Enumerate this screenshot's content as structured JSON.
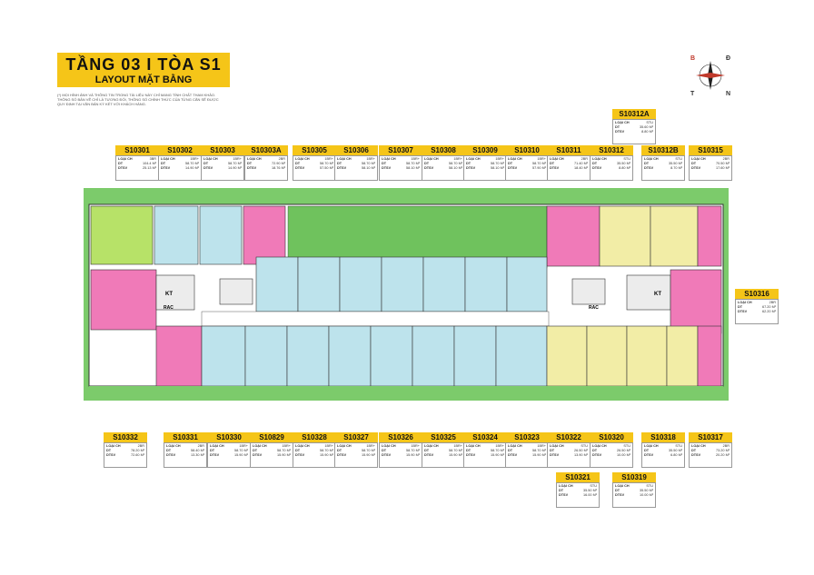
{
  "header": {
    "title": "TẦNG 03 I TÒA S1",
    "subtitle": "LAYOUT MẶT BẰNG",
    "note": "(*) MỌI HÌNH ẢNH VÀ THÔNG TIN TRONG TÀI LIỆU NÀY CHỈ MANG TÍNH CHẤT THAM KHẢO. THÔNG SỐ BẢN VẼ CHỈ LÀ TƯƠNG ĐỐI, THÔNG SỐ CHÍNH THỨC CỦA TỪNG CĂN SẼ ĐƯỢC QUY ĐỊNH TẠI VĂN BẢN KÝ KẾT VỚI KHÁCH HÀNG."
  },
  "compass": {
    "n": "B",
    "e": "Đ",
    "s": "N",
    "w": "T"
  },
  "colors": {
    "accent": "#F5C518",
    "park": "#7CCB6B",
    "unit_2br": "#F07AB8",
    "unit_1br": "#BDE3EC",
    "unit_studio": "#F2EDA6",
    "corridor": "#FFFFFF"
  },
  "top_units": [
    {
      "code": "S10301",
      "type": "3BR",
      "dt": "104.4 M²",
      "dtsv": "25.13 M²"
    },
    {
      "code": "S10302",
      "type": "1BR+",
      "dt": "58.70 M²",
      "dtsv": "14.90 M²"
    },
    {
      "code": "S10303",
      "type": "1BR+",
      "dt": "58.70 M²",
      "dtsv": "14.90 M²"
    },
    {
      "code": "S10303A",
      "type": "2BR",
      "dt": "72.90 M²",
      "dtsv": "18.76 M²"
    },
    {
      "code": "S10305",
      "type": "1BR+",
      "dt": "58.70 M²",
      "dtsv": "57.50 M²"
    },
    {
      "code": "S10306",
      "type": "1BR+",
      "dt": "58.70 M²",
      "dtsv": "58.10 M²"
    },
    {
      "code": "S10307",
      "type": "1BR+",
      "dt": "58.70 M²",
      "dtsv": "58.10 M²"
    },
    {
      "code": "S10308",
      "type": "1BR+",
      "dt": "58.70 M²",
      "dtsv": "58.10 M²"
    },
    {
      "code": "S10309",
      "type": "1BR+",
      "dt": "58.70 M²",
      "dtsv": "58.10 M²"
    },
    {
      "code": "S10310",
      "type": "1BR+",
      "dt": "58.70 M²",
      "dtsv": "57.90 M²"
    },
    {
      "code": "S10311",
      "type": "2BR",
      "dt": "71.40 M²",
      "dtsv": "18.40 M²"
    },
    {
      "code": "S10312",
      "type": "STU",
      "dt": "35.50 M²",
      "dtsv": "8.80 M²"
    },
    {
      "code": "S10312B",
      "type": "STU",
      "dt": "35.50 M²",
      "dtsv": "8.70 M²"
    },
    {
      "code": "S10315",
      "type": "2BR",
      "dt": "70.50 M²",
      "dtsv": "17.60 M²"
    }
  ],
  "unit_12a": {
    "code": "S10312A",
    "type": "STU",
    "dt": "35.60 M²",
    "dtsv": "8.80 M²"
  },
  "unit_16": {
    "code": "S10316",
    "type": "2BR",
    "dt": "67.20 M²",
    "dtsv": "62.20 M²"
  },
  "bottom_units": [
    {
      "code": "S10332",
      "type": "2BR",
      "dt": "78.20 M²",
      "dtsv": "72.60 M²"
    },
    {
      "code": "S10331",
      "type": "2BR",
      "dt": "58.40 M²",
      "dtsv": "13.30 M²"
    },
    {
      "code": "S10330",
      "type": "1BR+",
      "dt": "58.70 M²",
      "dtsv": "15.90 M²"
    },
    {
      "code": "S10829",
      "type": "1BR+",
      "dt": "58.70 M²",
      "dtsv": "15.90 M²"
    },
    {
      "code": "S10328",
      "type": "1BR+",
      "dt": "58.70 M²",
      "dtsv": "15.90 M²"
    },
    {
      "code": "S10327",
      "type": "1BR+",
      "dt": "58.70 M²",
      "dtsv": "15.90 M²"
    },
    {
      "code": "S10326",
      "type": "1BR+",
      "dt": "58.70 M²",
      "dtsv": "15.90 M²"
    },
    {
      "code": "S10325",
      "type": "1BR+",
      "dt": "58.70 M²",
      "dtsv": "15.90 M²"
    },
    {
      "code": "S10324",
      "type": "1BR+",
      "dt": "58.70 M²",
      "dtsv": "15.90 M²"
    },
    {
      "code": "S10323",
      "type": "1BR+",
      "dt": "58.70 M²",
      "dtsv": "15.90 M²"
    },
    {
      "code": "S10322",
      "type": "STU",
      "dt": "26.50 M²",
      "dtsv": "13.90 M²"
    },
    {
      "code": "S10320",
      "type": "STU",
      "dt": "26.50 M²",
      "dtsv": "10.00 M²"
    },
    {
      "code": "S10318",
      "type": "STU",
      "dt": "35.50 M²",
      "dtsv": "6.80 M²"
    },
    {
      "code": "S10317",
      "type": "2BR",
      "dt": "73.20 M²",
      "dtsv": "20.20 M²"
    }
  ],
  "extra_bottom": [
    {
      "code": "S10321",
      "type": "STU",
      "dt": "35.50 M²",
      "dtsv": "16.00 M²"
    },
    {
      "code": "S10319",
      "type": "STU",
      "dt": "35.50 M²",
      "dtsv": "10.00 M²"
    }
  ],
  "labels": {
    "type_prefix": "LOẠI CH",
    "dt": "DT",
    "dtsv": "DTSV",
    "kt": "KT",
    "rac": "RAC"
  }
}
